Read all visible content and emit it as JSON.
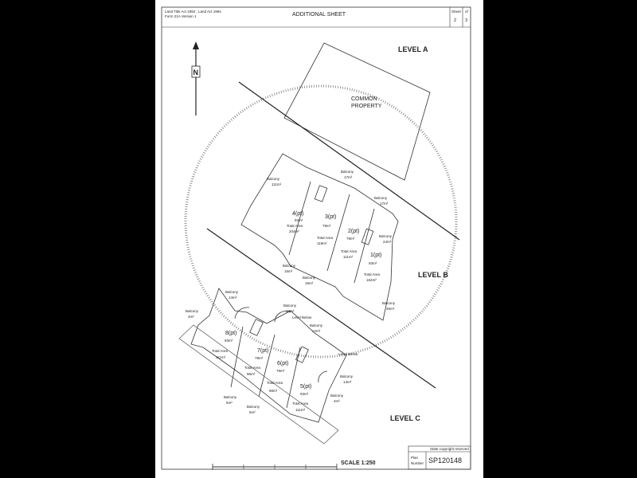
{
  "header": {
    "act": "Land Title Act 1994 ; Land Act 1994",
    "form": "Form 21A Version 1",
    "title": "ADDITIONAL SHEET",
    "sheet_label": "Sheet",
    "of_label": "of",
    "sheet_no": "2",
    "sheet_total": "3"
  },
  "north": "N",
  "levels": {
    "a": "LEVEL A",
    "b": "LEVEL B",
    "c": "LEVEL C"
  },
  "common_property": [
    "COMMON",
    "PROPERTY"
  ],
  "level_b_lots": [
    {
      "lot": "4(pt)",
      "area": "93m²",
      "total_label": "Total Area",
      "total": "204m²"
    },
    {
      "lot": "3(pt)",
      "area": "79m²",
      "total_label": "Total Area",
      "total": "119m²"
    },
    {
      "lot": "2(pt)",
      "area": "79m²",
      "total_label": "Total Area",
      "total": "111m²"
    },
    {
      "lot": "1(pt)",
      "area": "93m²",
      "total_label": "Total Area",
      "total": "162m²"
    }
  ],
  "level_b_balconies": [
    {
      "label": "Balcony",
      "area": "111m²"
    },
    {
      "label": "Balcony",
      "area": "17m²"
    },
    {
      "label": "Balcony",
      "area": "17m²"
    },
    {
      "label": "Balcony",
      "area": "24m²"
    },
    {
      "label": "Balcony",
      "area": "15m²"
    },
    {
      "label": "Balcony",
      "area": "15m²"
    },
    {
      "label": "Balcony",
      "area": "45m²"
    }
  ],
  "level_c_lots": [
    {
      "lot": "8(pt)",
      "area": "93m²",
      "total_label": "Total Area",
      "total": "111m²"
    },
    {
      "lot": "7(pt)",
      "area": "79m²",
      "total_label": "Total Area",
      "total": "96m²"
    },
    {
      "lot": "6(pt)",
      "area": "79m²",
      "total_label": "Total Area",
      "total": "98m²"
    },
    {
      "lot": "5(pt)",
      "area": "93m²",
      "total_label": "Total Area",
      "total": "111m²"
    }
  ],
  "level_c_balconies": [
    {
      "label": "Balcony",
      "area": "4m²"
    },
    {
      "label": "Balcony",
      "area": "14m²"
    },
    {
      "label": "Balcony",
      "area": "13m²"
    },
    {
      "label": "Balcony",
      "area": "12m²"
    },
    {
      "label": "Balcony",
      "area": "14m²"
    },
    {
      "label": "Balcony",
      "area": "5m²"
    },
    {
      "label": "Balcony",
      "area": "6m²"
    },
    {
      "label": "Balcony",
      "area": "4m²"
    }
  ],
  "level_below": "Level Below",
  "scale": "SCALE 1:250",
  "copyright": "State copyright reserved",
  "plan_label": [
    "Plan",
    "Number"
  ],
  "plan_number": "SP120148"
}
